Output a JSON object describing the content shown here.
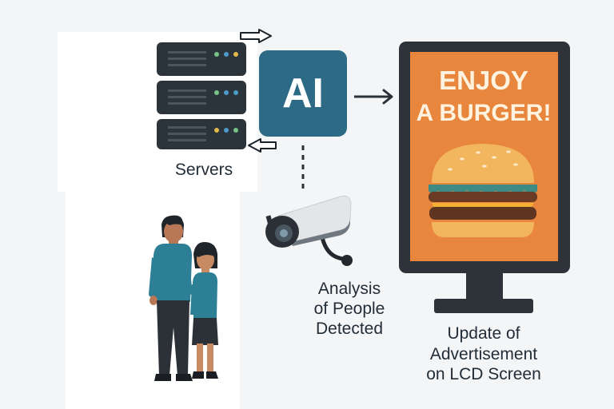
{
  "labels": {
    "servers": "Servers",
    "ai": "AI",
    "analysis": [
      "Analysis",
      "of People",
      "Detected"
    ],
    "update": [
      "Update of",
      "Advertisement",
      "on LCD Screen"
    ]
  },
  "advertisement": {
    "headline_line1": "ENJOY",
    "headline_line2": "A BURGER!"
  },
  "colors": {
    "ai_box": "#2d6a86",
    "screen_bg": "#e8863e",
    "screen_frame": "#2d3338",
    "server": "#2b333b",
    "person_shirt": "#2c7f94",
    "person_pants": "#2c3137",
    "camera_body": "#e3e5e7",
    "ad_text": "#fff3df",
    "label_text": "#222d38"
  },
  "icons": [
    "server-rack-icon",
    "ai-chip-icon",
    "security-camera-icon",
    "burger-icon",
    "people-icon",
    "arrow-right-icon",
    "arrow-left-icon"
  ]
}
